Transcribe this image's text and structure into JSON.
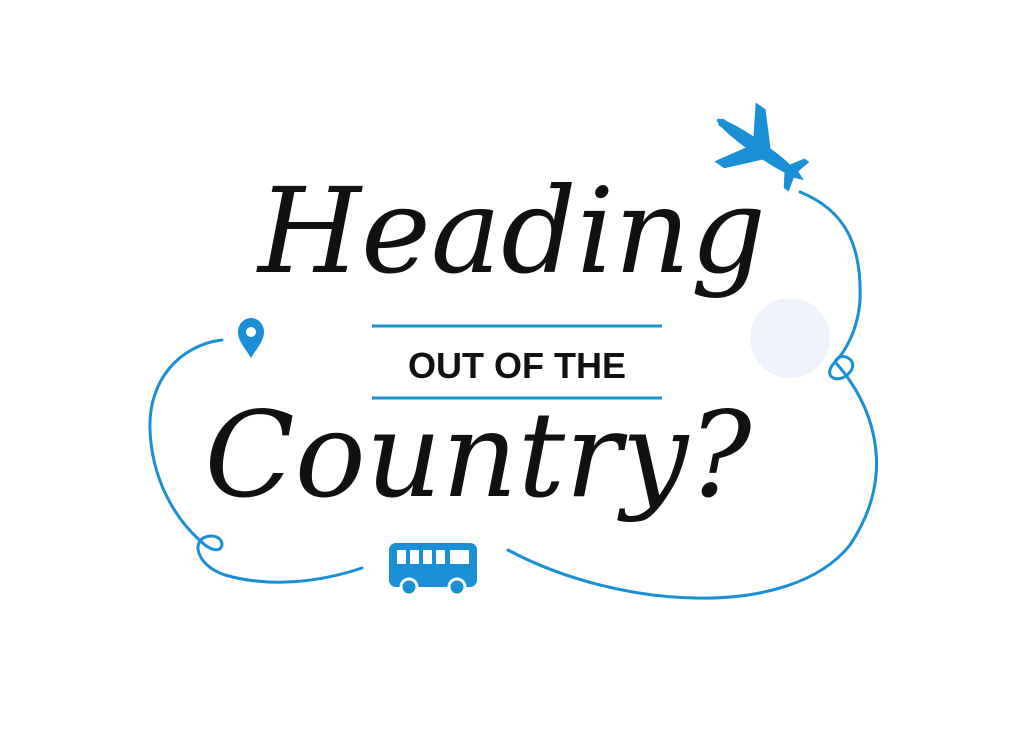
{
  "graphic": {
    "line1": "Heading",
    "line2": "OUT OF THE",
    "line3": "Country?",
    "colors": {
      "accent": "#1a8fd6",
      "ink": "#111111",
      "halo": "#eef3fb",
      "background": "#ffffff"
    },
    "icons": [
      "airplane-icon",
      "location-pin-icon",
      "bus-icon"
    ]
  }
}
